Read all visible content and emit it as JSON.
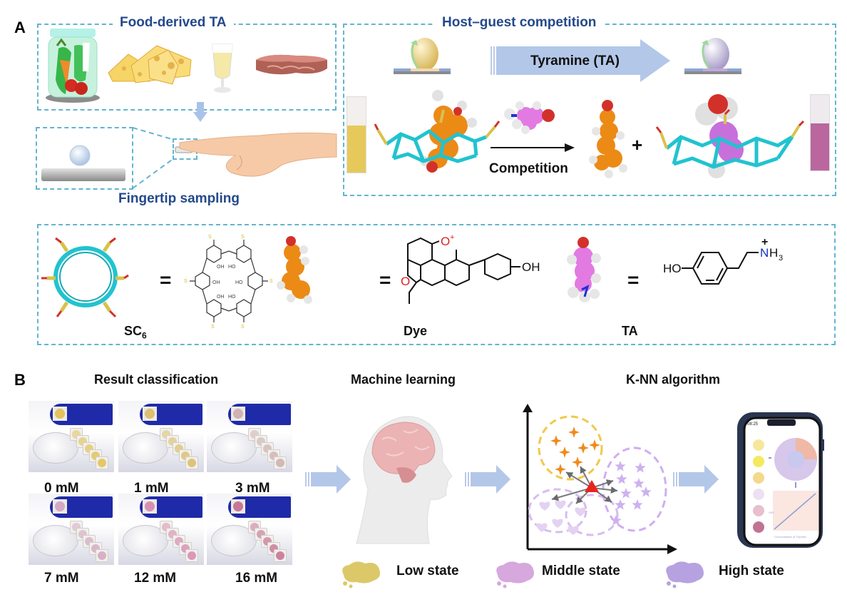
{
  "figure": {
    "panel_a": {
      "letter": "A",
      "food_box": {
        "title": "Food-derived TA",
        "items": [
          "pickled-vegetables-jar",
          "cheese",
          "beer",
          "steak"
        ]
      },
      "sampling": {
        "title": "Fingertip sampling"
      },
      "host_guest": {
        "title": "Host–guest competition",
        "arrow_label": "Tyramine (TA)",
        "reaction_label": "Competition",
        "plus": "+",
        "cuvette_before_color": "#e6c95a",
        "cuvette_after_color": "#b9679e"
      },
      "structures": {
        "equals": "=",
        "sc6_label_main": "SC",
        "sc6_label_sub": "6",
        "dye_label": "Dye",
        "ta_label": "TA",
        "sc6_groups": {
          "ho": "HO",
          "oh": "OH",
          "s": "S",
          "o": "O"
        },
        "dye_atoms": {
          "o_plus": "O",
          "plus": "+",
          "o": "O",
          "oh": "OH"
        },
        "ta_atoms": {
          "ho": "HO",
          "n": "N",
          "h3": "H",
          "h3_sub": "3",
          "plus": "+"
        }
      }
    },
    "panel_b": {
      "letter": "B",
      "result_classification": {
        "title": "Result classification",
        "samples": [
          {
            "label": "0 mM",
            "color": "#e2c25c"
          },
          {
            "label": "1 mM",
            "color": "#dcbf70"
          },
          {
            "label": "3 mM",
            "color": "#cfb2b2"
          },
          {
            "label": "7 mM",
            "color": "#d3a9c4"
          },
          {
            "label": "12 mM",
            "color": "#d88fb4"
          },
          {
            "label": "16 mM",
            "color": "#c97699"
          }
        ]
      },
      "machine_learning": {
        "title": "Machine learning"
      },
      "knn": {
        "title": "K-NN algorithm",
        "clusters": [
          {
            "name": "low",
            "marker": "four-point-star",
            "color": "#f08a1c",
            "border": "#f2c84b"
          },
          {
            "name": "middle",
            "marker": "heart",
            "color": "#e4d2f2",
            "border": "#d8bdf0"
          },
          {
            "name": "high",
            "marker": "star",
            "color": "#cdb2ee",
            "border": "#cfaef0"
          }
        ],
        "query_marker_color": "#e8251d"
      },
      "phone": {
        "swatches": [
          "#f7e79a",
          "#f5ea5c",
          "#f3d98a",
          "#ede0f2",
          "#e8bfcf",
          "#c07393"
        ],
        "status_time": "08:25",
        "x_axis_label": "Concentration of TA(mM)",
        "y_axis_label": "G/B"
      },
      "legend": [
        {
          "label": "Low state",
          "color": "#dcc869"
        },
        {
          "label": "Middle state",
          "color": "#d6a8de"
        },
        {
          "label": "High state",
          "color": "#b6a2e0"
        }
      ]
    }
  }
}
